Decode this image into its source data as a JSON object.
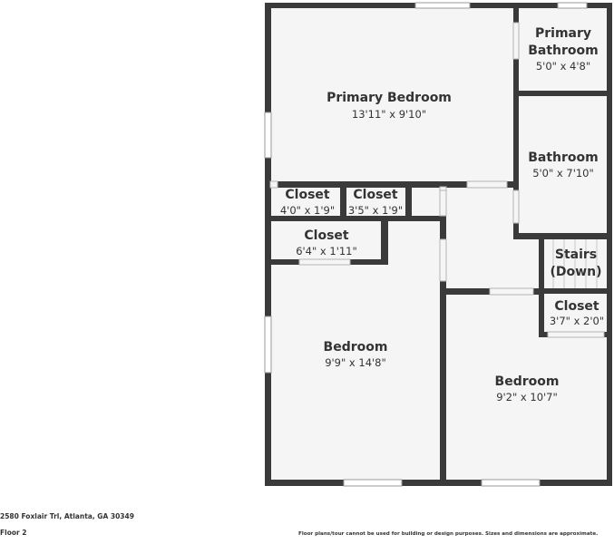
{
  "address": "2580 Foxlair Trl, Atlanta, GA 30349",
  "floor_label": "Floor 2",
  "disclaimer": "Floor plans/tour cannot be used for building or design purposes. Sizes and dimensions are approximate.",
  "colors": {
    "wall": "#3a3a3a",
    "floor": "#f5f5f5",
    "window": "#ffffff",
    "text": "#333333"
  },
  "rooms": {
    "primary_bedroom": {
      "name": "Primary Bedroom",
      "dims": "13'11\" x 9'10\""
    },
    "primary_bathroom": {
      "name_line1": "Primary",
      "name_line2": "Bathroom",
      "dims": "5'0\" x 4'8\""
    },
    "bathroom": {
      "name": "Bathroom",
      "dims": "5'0\" x 7'10\""
    },
    "closet_a": {
      "name": "Closet",
      "dims": "4'0\" x 1'9\""
    },
    "closet_b": {
      "name": "Closet",
      "dims": "3'5\" x 1'9\""
    },
    "closet_c": {
      "name": "Closet",
      "dims": "6'4\" x 1'11\""
    },
    "stairs": {
      "name_line1": "Stairs",
      "name_line2": "(Down)"
    },
    "closet_d": {
      "name": "Closet",
      "dims": "3'7\" x 2'0\""
    },
    "bedroom_left": {
      "name": "Bedroom",
      "dims": "9'9\" x 14'8\""
    },
    "bedroom_right": {
      "name": "Bedroom",
      "dims": "9'2\" x 10'7\""
    }
  }
}
